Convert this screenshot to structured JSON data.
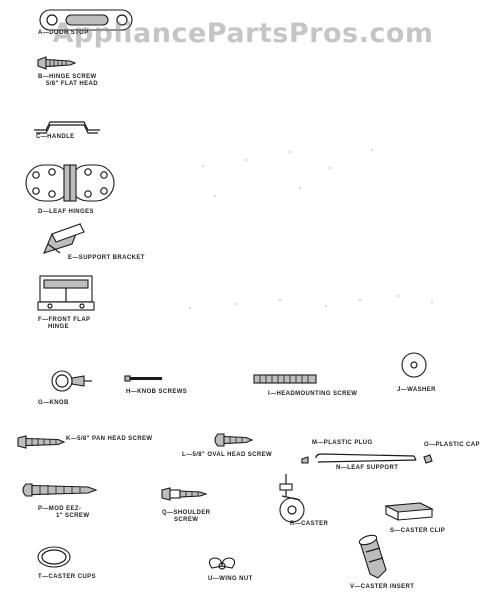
{
  "watermark": "AppliancePartsPros.com",
  "parts": [
    {
      "id": "A",
      "label": "A—DOOR STOP"
    },
    {
      "id": "B",
      "label": "B—HINGE SCREW",
      "sub": "5/8\" FLAT HEAD"
    },
    {
      "id": "C",
      "label": "C—HANDLE"
    },
    {
      "id": "D",
      "label": "D—LEAF HINGES"
    },
    {
      "id": "E",
      "label": "E—SUPPORT BRACKET"
    },
    {
      "id": "F",
      "label": "F—FRONT FLAP",
      "sub": "HINGE"
    },
    {
      "id": "G",
      "label": "G—KNOB"
    },
    {
      "id": "H",
      "label": "H—KNOB SCREWS"
    },
    {
      "id": "I",
      "label": "I—HEADMOUNTING SCREW"
    },
    {
      "id": "J",
      "label": "J—WASHER"
    },
    {
      "id": "K",
      "label": "K—5/8\" PAN HEAD SCREW"
    },
    {
      "id": "L",
      "label": "L—5/8\" OVAL HEAD SCREW"
    },
    {
      "id": "M",
      "label": "M—PLASTIC PLUG"
    },
    {
      "id": "N",
      "label": "N—LEAF SUPPORT"
    },
    {
      "id": "O",
      "label": "O—PLASTIC CAP"
    },
    {
      "id": "P",
      "label": "P—MOD EEZ-",
      "sub": "1\" SCREW"
    },
    {
      "id": "Q",
      "label": "Q—SHOULDER",
      "sub": "SCREW"
    },
    {
      "id": "R",
      "label": "R—CASTER"
    },
    {
      "id": "S",
      "label": "S—CASTER CLIP"
    },
    {
      "id": "T",
      "label": "T—CASTER CUPS"
    },
    {
      "id": "U",
      "label": "U—WING NUT"
    },
    {
      "id": "V",
      "label": "V—CASTER INSERT"
    }
  ]
}
